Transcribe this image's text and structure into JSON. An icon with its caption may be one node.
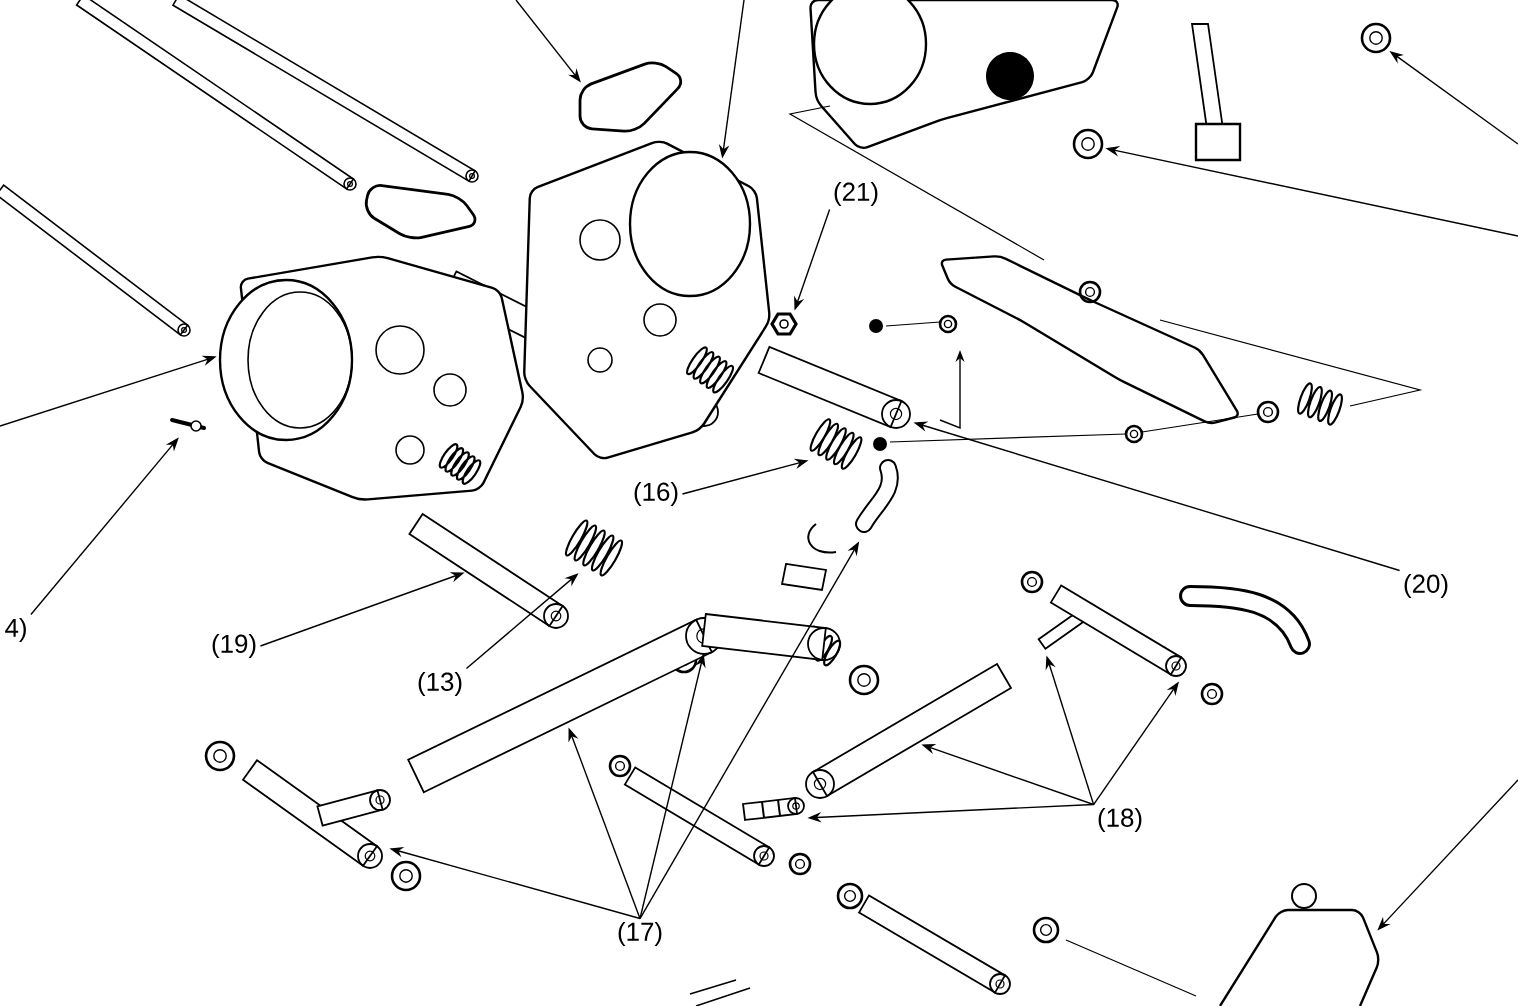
{
  "diagram": {
    "nodes": [
      {
        "text": [
          "(21)"
        ]
      },
      {
        "text": [
          "(16)"
        ]
      },
      {
        "text": [
          "(20)"
        ]
      },
      {
        "text": [
          "4)"
        ]
      },
      {
        "text": [
          "(19)"
        ]
      },
      {
        "text": [
          "(13)"
        ]
      },
      {
        "text": [
          "(18)"
        ]
      },
      {
        "text": [
          "(17)"
        ]
      },
      {
        "text": [],
        "shape": "picture"
      },
      {
        "text": [],
        "shape": "picture"
      },
      {
        "text": [],
        "shape": "picture"
      },
      {
        "text": [],
        "shape": "picture"
      },
      {
        "text": [],
        "shape": "picture"
      },
      {
        "text": [],
        "shape": "picture"
      },
      {
        "text": [],
        "shape": "picture"
      },
      {
        "text": [],
        "shape": "picture"
      },
      {
        "text": [],
        "shape": "picture"
      },
      {
        "text": [],
        "shape": "picture"
      },
      {
        "text": [],
        "shape": "picture"
      },
      {
        "text": [],
        "shape": "picture"
      },
      {
        "text": [],
        "shape": "picture"
      },
      {
        "text": [],
        "shape": "picture"
      },
      {
        "text": [],
        "shape": "picture"
      },
      {
        "text": [],
        "shape": "picture"
      },
      {
        "text": [],
        "shape": "picture"
      },
      {
        "text": [],
        "shape": "picture"
      },
      {
        "text": [],
        "shape": "picture"
      },
      {
        "text": [],
        "shape": "picture"
      }
    ],
    "edges": [
      {
        "from": 0,
        "to": 8,
        "arrow": "to"
      },
      {
        "from": 1,
        "to": 9,
        "arrow": "to"
      },
      {
        "from": 2,
        "to": 10,
        "arrow": "to"
      },
      {
        "from": 3,
        "to": 11,
        "arrow": "to"
      },
      {
        "from": 4,
        "to": 12,
        "arrow": "to"
      },
      {
        "from": 5,
        "to": 13,
        "arrow": "to"
      },
      {
        "from": 6,
        "to": 14,
        "arrow": "to"
      },
      {
        "from": 6,
        "to": 15,
        "arrow": "to"
      },
      {
        "from": 6,
        "to": 16,
        "arrow": "to"
      },
      {
        "from": 6,
        "to": 17,
        "arrow": "to"
      },
      {
        "from": 7,
        "to": 18,
        "arrow": "to"
      },
      {
        "from": 7,
        "to": 19,
        "arrow": "to"
      },
      {
        "from": 7,
        "to": 20,
        "arrow": "to"
      },
      {
        "from": 7,
        "to": 21,
        "arrow": "to"
      },
      {
        "from": null,
        "to": 22,
        "arrow": "to"
      },
      {
        "from": null,
        "to": 23,
        "arrow": "to"
      },
      {
        "from": null,
        "to": 24,
        "arrow": "to"
      },
      {
        "from": null,
        "to": 25,
        "arrow": "to"
      },
      {
        "from": null,
        "to": 26,
        "arrow": "to"
      },
      {
        "from": null,
        "to": 27,
        "arrow": "to"
      }
    ]
  }
}
